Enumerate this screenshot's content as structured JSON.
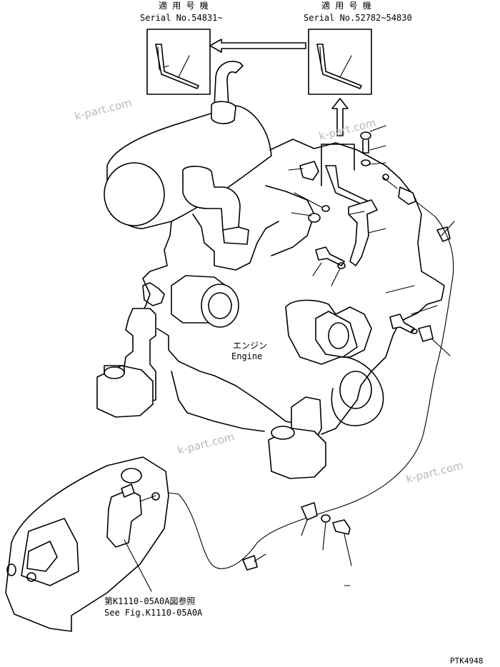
{
  "callouts": {
    "left": {
      "label_jp": "適 用 号 機",
      "serial": "Serial No.54831~"
    },
    "right": {
      "label_jp": "適 用 号 機",
      "serial": "Serial No.52782~54830"
    }
  },
  "engine_label": {
    "jp": "エンジン",
    "en": "Engine"
  },
  "reference": {
    "jp": "第K1110-05A0A図参照",
    "en": "See Fig.K1110-05A0A"
  },
  "drawing_code": "PTK4948",
  "watermarks": [
    "k-part.com",
    "k-part.com",
    "k-part.com",
    "k-part.com"
  ]
}
